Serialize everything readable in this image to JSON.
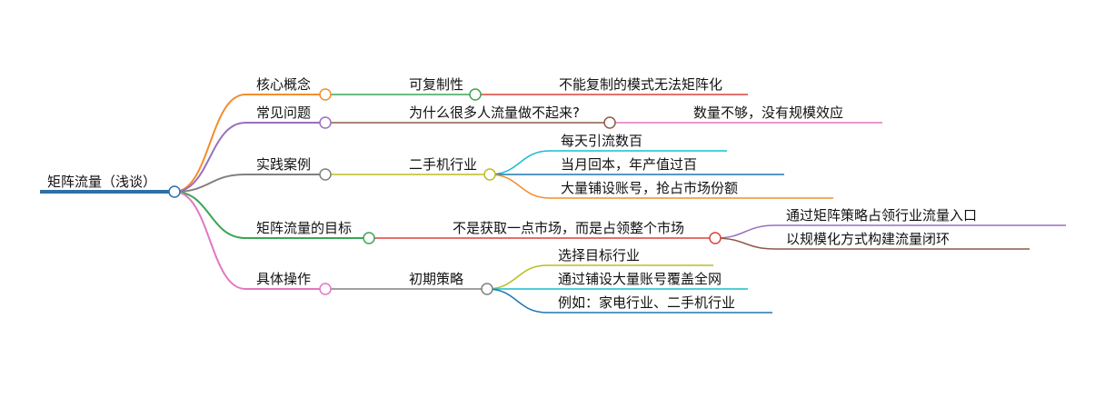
{
  "root": {
    "label": "矩阵流量（浅谈）",
    "color": "#2e6fa7"
  },
  "colors": {
    "orange": "#f28e2b",
    "green": "#3aa655",
    "red": "#d9433b",
    "purple": "#9a6fbf",
    "brown": "#8c5a4a",
    "pink": "#e377c2",
    "gray": "#808080",
    "olive": "#bcbd22",
    "cyan": "#17becf",
    "blue": "#1f77b4"
  },
  "branches": [
    {
      "label": "核心概念",
      "color": "orange",
      "child": {
        "label": "可复制性",
        "color": "green",
        "leaves": [
          {
            "label": "不能复制的模式无法矩阵化",
            "color": "red"
          }
        ]
      }
    },
    {
      "label": "常见问题",
      "color": "purple",
      "child": {
        "label": "为什么很多人流量做不起来?",
        "color": "brown",
        "leaves": [
          {
            "label": "数量不够，没有规模效应",
            "color": "pink"
          }
        ]
      }
    },
    {
      "label": "实践案例",
      "color": "gray",
      "child": {
        "label": "二手机行业",
        "color": "olive",
        "leaves": [
          {
            "label": "每天引流数百",
            "color": "cyan"
          },
          {
            "label": "当月回本，年产值过百",
            "color": "blue"
          },
          {
            "label": "大量铺设账号，抢占市场份额",
            "color": "orange"
          }
        ]
      }
    },
    {
      "label": "矩阵流量的目标",
      "color": "green",
      "child": {
        "label": "不是获取一点市场，而是占领整个市场",
        "color": "red",
        "leaves": [
          {
            "label": "通过矩阵策略占领行业流量入口",
            "color": "purple"
          },
          {
            "label": "以规模化方式构建流量闭环",
            "color": "brown"
          }
        ]
      }
    },
    {
      "label": "具体操作",
      "color": "pink",
      "child": {
        "label": "初期策略",
        "color": "gray",
        "leaves": [
          {
            "label": "选择目标行业",
            "color": "olive"
          },
          {
            "label": "通过铺设大量账号覆盖全网",
            "color": "cyan"
          },
          {
            "label": "例如：家电行业、二手机行业",
            "color": "blue"
          }
        ]
      }
    }
  ]
}
